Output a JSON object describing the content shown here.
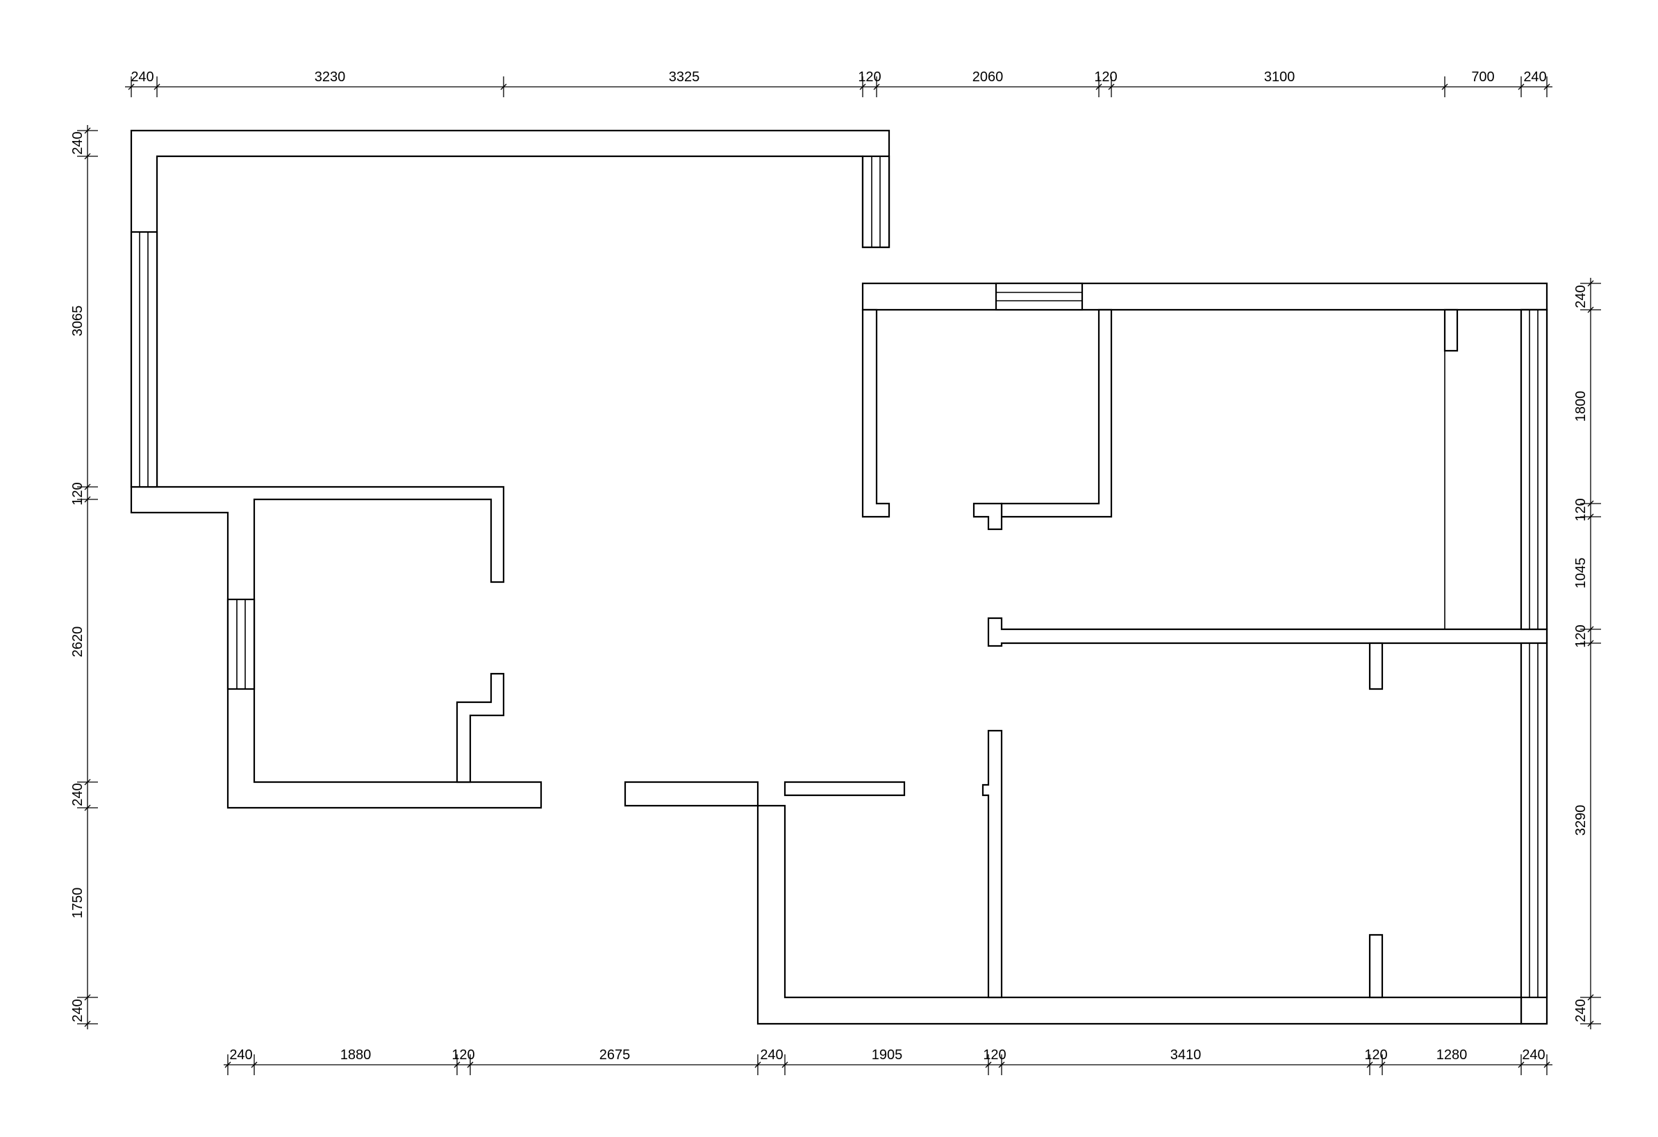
{
  "plan": {
    "dimensions": {
      "top": [
        "240",
        "3230",
        "3325",
        "120",
        "2060",
        "120",
        "3100",
        "700",
        "240"
      ],
      "bottom": [
        "240",
        "1880",
        "120",
        "2675",
        "240",
        "1905",
        "120",
        "3410",
        "120",
        "1280",
        "240"
      ],
      "left": [
        "240",
        "3065",
        "120",
        "2620",
        "240",
        "1750",
        "240"
      ],
      "right": [
        "240",
        "1800",
        "120",
        "1045",
        "120",
        "3290",
        "240"
      ]
    }
  }
}
